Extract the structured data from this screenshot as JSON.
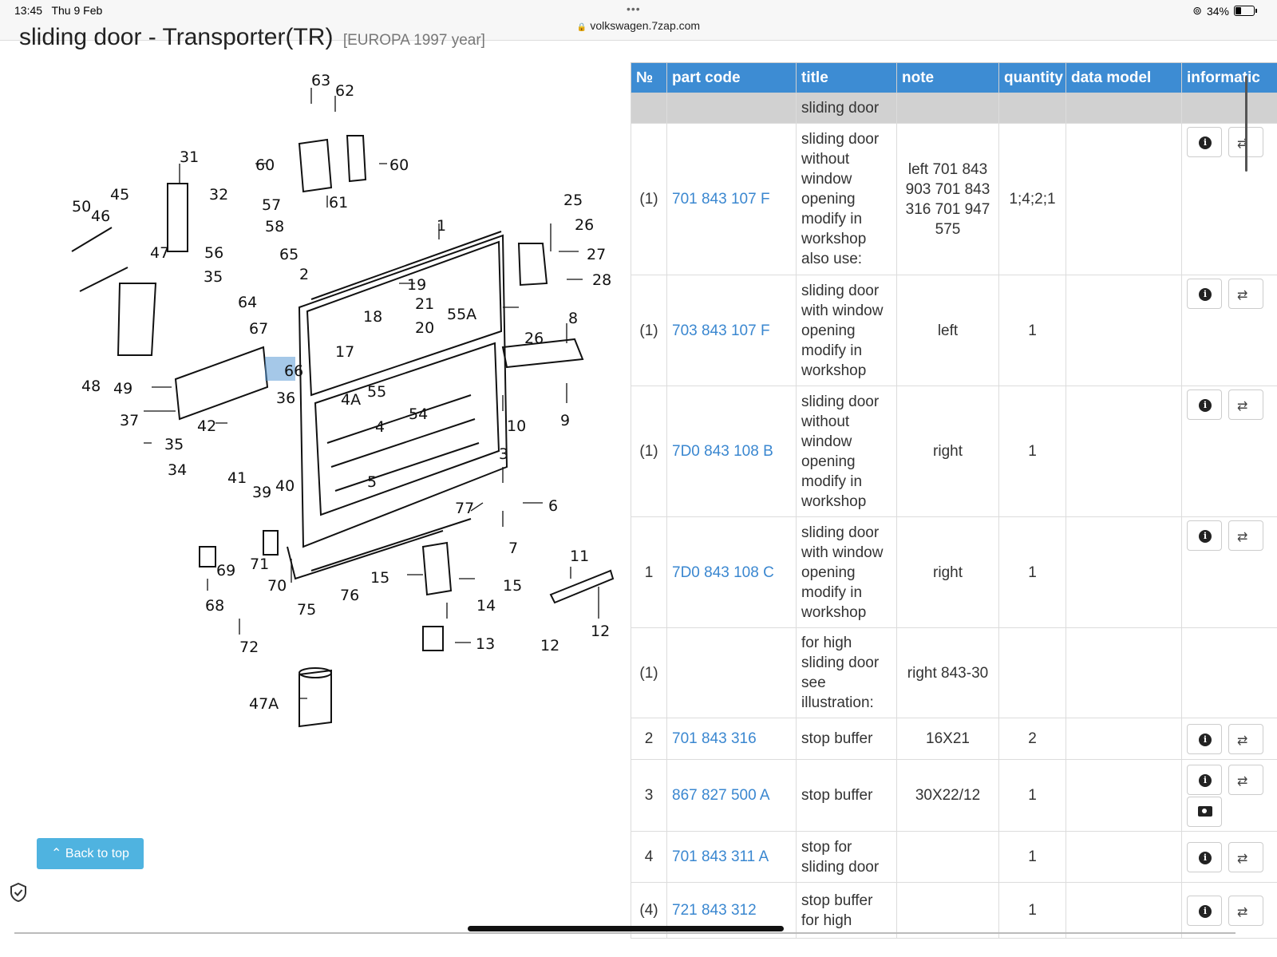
{
  "statusbar": {
    "time": "13:45",
    "date": "Thu 9 Feb",
    "url": "volkswagen.7zap.com",
    "battery": "34%",
    "battery_level": 0.34
  },
  "page": {
    "title": "sliding door - Transporter(TR)",
    "subtitle": "[EUROPA 1997 year]"
  },
  "diagram": {
    "labels": [
      "63",
      "62",
      "31",
      "60",
      "60",
      "61",
      "32",
      "57",
      "58",
      "45",
      "50",
      "46",
      "47",
      "56",
      "65",
      "2",
      "35",
      "64",
      "19",
      "1",
      "25",
      "26",
      "27",
      "28",
      "18",
      "21",
      "20",
      "55A",
      "26",
      "17",
      "67",
      "8",
      "66",
      "9",
      "10",
      "48",
      "49",
      "36",
      "4A",
      "55",
      "54",
      "37",
      "42",
      "4",
      "35",
      "34",
      "41",
      "39",
      "40",
      "5",
      "3",
      "77",
      "6",
      "7",
      "69",
      "71",
      "70",
      "68",
      "75",
      "76",
      "15",
      "15",
      "14",
      "11",
      "12",
      "12",
      "13",
      "72",
      "47A"
    ],
    "highlight_label": "66"
  },
  "table": {
    "headers": [
      "№",
      "part code",
      "title",
      "note",
      "quantity",
      "data model",
      "informatic"
    ],
    "group": "sliding door",
    "rows": [
      {
        "no": "(1)",
        "code": "701 843 107 F",
        "title": "sliding door without window opening modify in workshop also use:",
        "note": "left 701 843 903 701 843 316 701 947 575",
        "qty": "1;4;2;1"
      },
      {
        "no": "(1)",
        "code": "703 843 107 F",
        "title": "sliding door with window opening modify in workshop",
        "note": "left",
        "qty": "1"
      },
      {
        "no": "(1)",
        "code": "7D0 843 108 B",
        "title": "sliding door without window opening modify in workshop",
        "note": "right",
        "qty": "1"
      },
      {
        "no": "1",
        "code": "7D0 843 108 C",
        "title": "sliding door with window opening modify in workshop",
        "note": "right",
        "qty": "1"
      },
      {
        "no": "(1)",
        "code": "",
        "title": "for high sliding door see illustration:",
        "note": "right 843-30",
        "qty": ""
      },
      {
        "no": "2",
        "code": "701 843 316",
        "title": "stop buffer",
        "note": "16X21",
        "qty": "2"
      },
      {
        "no": "3",
        "code": "867 827 500 A",
        "title": "stop buffer",
        "note": "30X22/12",
        "qty": "1"
      },
      {
        "no": "4",
        "code": "701 843 311 A",
        "title": "stop for sliding door",
        "note": "",
        "qty": "1"
      },
      {
        "no": "(4)",
        "code": "721 843 312",
        "title": "stop buffer for high",
        "note": "",
        "qty": "1"
      }
    ]
  },
  "buttons": {
    "back_to_top": "Back to top"
  },
  "icons": [
    "lock-icon",
    "info-icon",
    "compare-arrows-icon",
    "camera-icon",
    "chevron-up-icon",
    "shield-check-icon",
    "battery-icon",
    "eye-link-icon"
  ]
}
